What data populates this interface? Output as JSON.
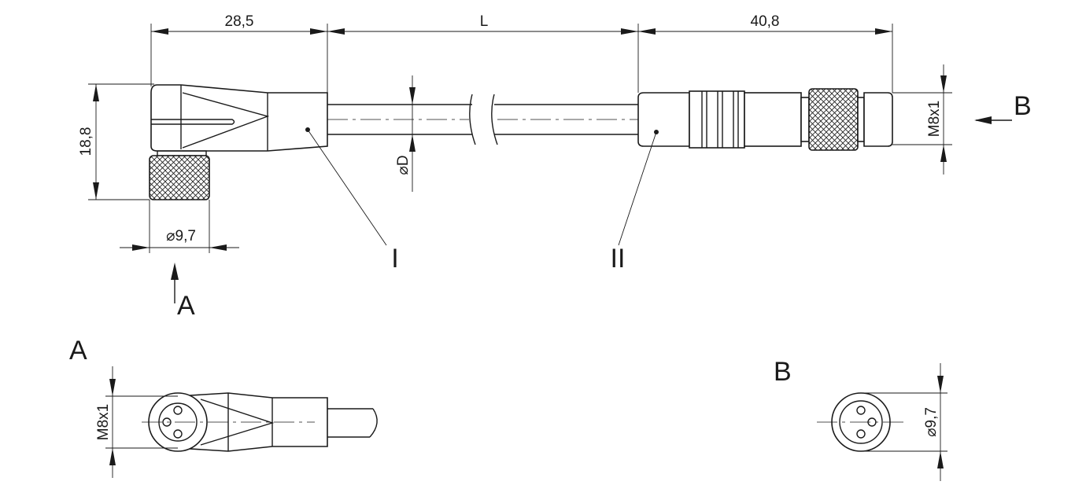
{
  "dimensions": {
    "length_angled": "28,5",
    "length_cable": "L",
    "length_straight": "40,8",
    "height_angled": "18,8",
    "diameter_nut_a": "⌀9,7",
    "cable_diameter": "⌀D",
    "thread_b": "M8x1",
    "thread_a": "M8x1",
    "diameter_face_b": "⌀9,7"
  },
  "labels": {
    "part_one": "I",
    "part_two": "II",
    "view_a_arrow": "A",
    "view_b_arrow": "B",
    "view_a_title": "A",
    "view_b_title": "B"
  },
  "colors": {
    "line": "#1a1a1a",
    "background": "#ffffff"
  }
}
